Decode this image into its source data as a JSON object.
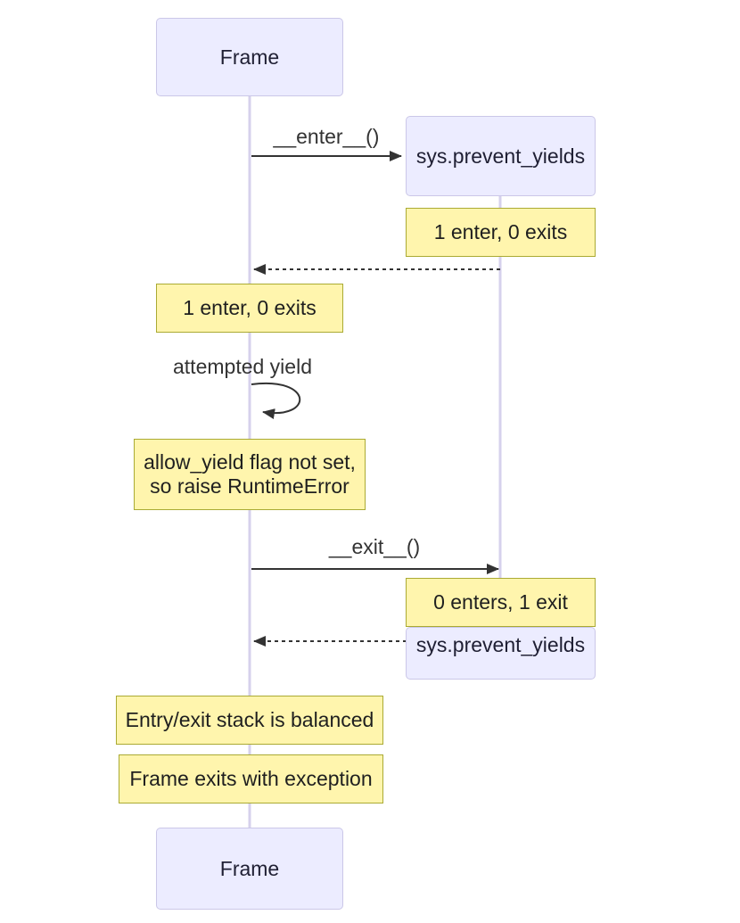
{
  "diagram_type": "sequence-diagram",
  "colors": {
    "background": "#FFFFFF",
    "actor_fill": "#ECECFF",
    "actor_border": "#CBC7E8",
    "note_fill": "#FFF5AD",
    "note_border": "#AAAA33",
    "lifeline": "#D6D1EC",
    "arrow": "#333333",
    "text": "#1F1F1F"
  },
  "actors": {
    "frame": {
      "label": "Frame"
    },
    "sys": {
      "label": "sys.prevent_yields"
    }
  },
  "messages": {
    "enter": {
      "label": "__enter__()",
      "from": "Frame",
      "to": "sys.prevent_yields",
      "line": "solid"
    },
    "return_enter": {
      "label": "",
      "from": "sys.prevent_yields",
      "to": "Frame",
      "line": "dashed"
    },
    "self_yield": {
      "label": "attempted yield",
      "from": "Frame",
      "to": "Frame",
      "line": "self-loop"
    },
    "exit": {
      "label": "__exit__()",
      "from": "Frame",
      "to": "sys.prevent_yields",
      "line": "solid"
    },
    "return_exit": {
      "label": "",
      "from": "sys.prevent_yields",
      "to": "Frame",
      "line": "dashed"
    }
  },
  "notes": {
    "sys_enter": {
      "text": "1 enter, 0 exits",
      "position": "over sys.prevent_yields"
    },
    "frame_enter": {
      "text": "1 enter, 0 exits",
      "position": "over Frame"
    },
    "yield_error": {
      "line1": "allow_yield flag not set,",
      "line2": "so raise RuntimeError",
      "position": "over Frame"
    },
    "sys_exit": {
      "text": "0 enters, 1 exit",
      "position": "over sys.prevent_yields"
    },
    "balanced": {
      "text": "Entry/exit stack is balanced",
      "position": "over Frame"
    },
    "exception": {
      "text": "Frame exits with exception",
      "position": "over Frame"
    }
  }
}
